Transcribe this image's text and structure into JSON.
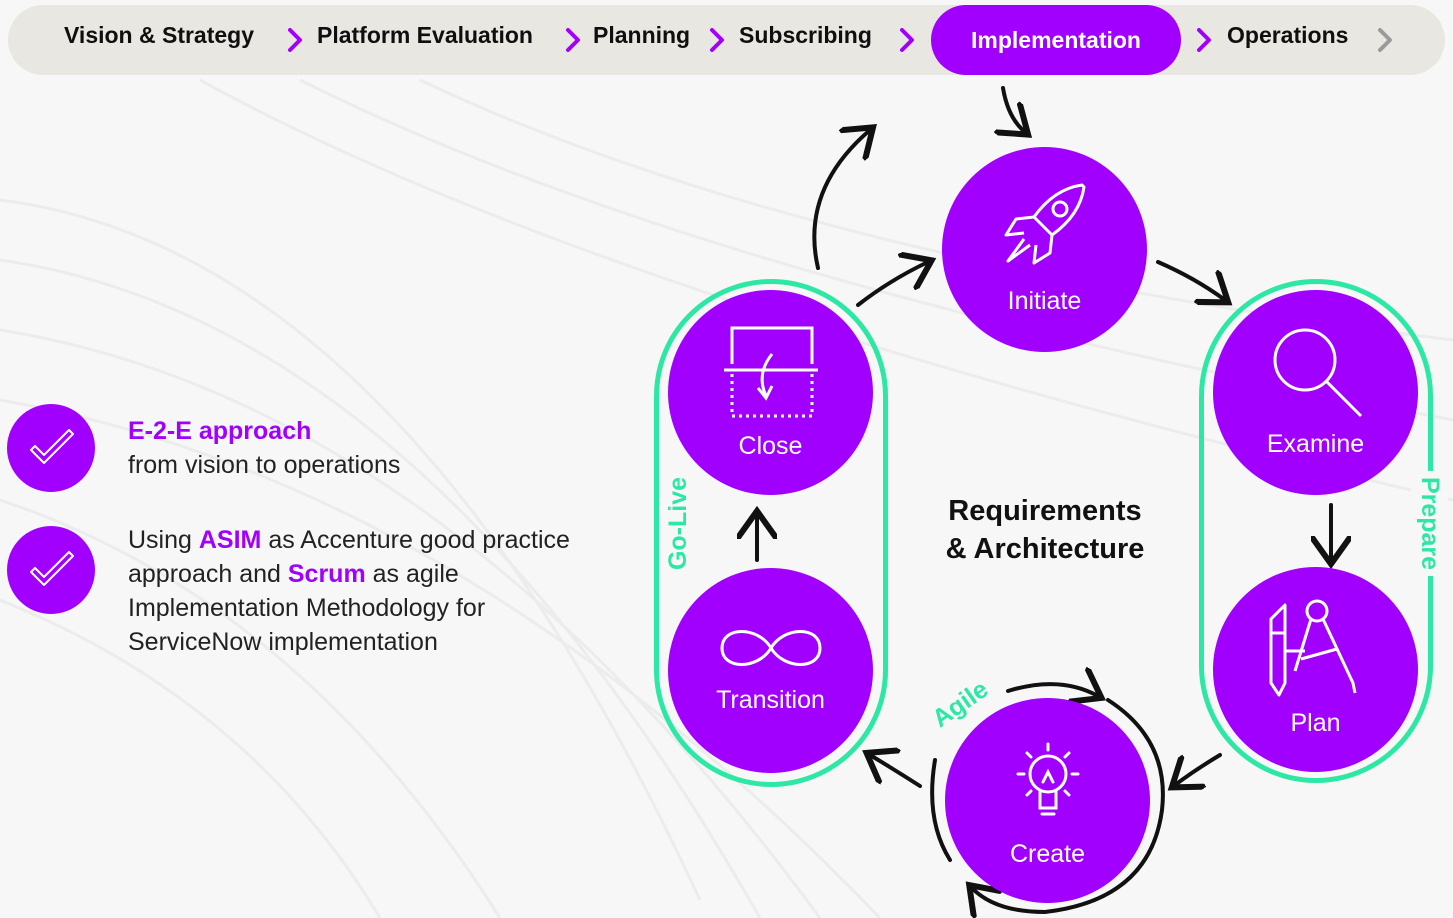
{
  "breadcrumb": {
    "steps": [
      "Vision & Strategy",
      "Platform Evaluation",
      "Planning",
      "Subscribing",
      "Implementation",
      "Operations"
    ],
    "active_index": 4
  },
  "features": [
    {
      "icon": "checkmark-icon",
      "highlight": "E-2-E approach",
      "text": "from vision to operations"
    },
    {
      "icon": "checkmark-icon",
      "prefix": "Using",
      "highlight1": "ASIM",
      "middle": "as Accenture good practice approach and",
      "highlight2": "Scrum",
      "suffix": "as agile Implementation Methodology for ServiceNow implementation"
    }
  ],
  "cycle": {
    "center_title_line1": "Requirements",
    "center_title_line2": "& Architecture",
    "phases": {
      "initiate": {
        "label": "Initiate",
        "icon": "rocket-icon"
      },
      "examine": {
        "label": "Examine",
        "icon": "magnifier-icon"
      },
      "plan": {
        "label": "Plan",
        "icon": "pencil-compass-icon"
      },
      "create": {
        "label": "Create",
        "icon": "lightbulb-icon"
      },
      "transition": {
        "label": "Transition",
        "icon": "infinity-icon"
      },
      "close": {
        "label": "Close",
        "icon": "close-box-icon"
      }
    },
    "groups": {
      "prepare": "Prepare",
      "go_live": "Go-Live",
      "agile": "Agile"
    }
  },
  "colors": {
    "accent": "#a100ff",
    "green": "#2de8a5",
    "bar": "#e8e7e1",
    "arrow": "#111111"
  }
}
